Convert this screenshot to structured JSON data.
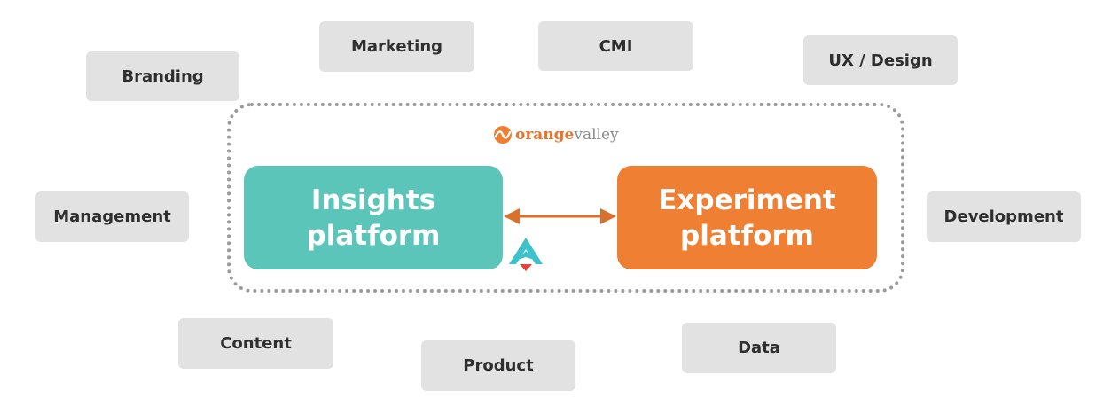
{
  "brand": {
    "name_bold": "orange",
    "name_light": "valley"
  },
  "platforms": {
    "left": {
      "line1": "Insights",
      "line2": "platform"
    },
    "right": {
      "line1": "Experiment",
      "line2": "platform"
    }
  },
  "tags": {
    "branding": "Branding",
    "marketing": "Marketing",
    "cmi": "CMI",
    "ux_design": "UX / Design",
    "management": "Management",
    "development": "Development",
    "content": "Content",
    "product": "Product",
    "data": "Data"
  },
  "colors": {
    "insights": "#5bc5ba",
    "experiment": "#ef8033",
    "arrow": "#d9712c",
    "tag_bg": "#e2e2e2",
    "dotted_border": "#9a9a9a"
  },
  "icons": {
    "logo_mark": "orange-wave-icon",
    "connector_logo": "teal-a-logo-icon"
  }
}
